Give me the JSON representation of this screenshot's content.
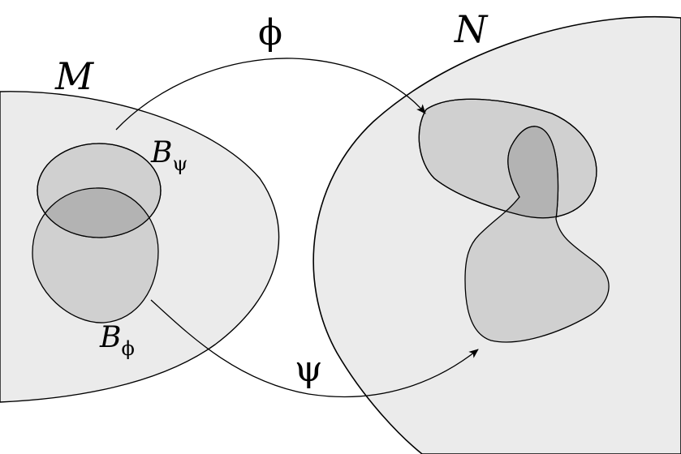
{
  "labels": {
    "manifold_m": "M",
    "manifold_n": "N",
    "map_phi": "ϕ",
    "map_psi": "ψ",
    "ball_psi_base": "B",
    "ball_psi_sub": "ψ",
    "ball_phi_base": "B",
    "ball_phi_sub": "ϕ"
  },
  "colors": {
    "manifold_fill": "#ebebeb",
    "ball_fill": "#d0d0d0",
    "overlap_fill": "#b3b3b3",
    "stroke": "#000000"
  }
}
